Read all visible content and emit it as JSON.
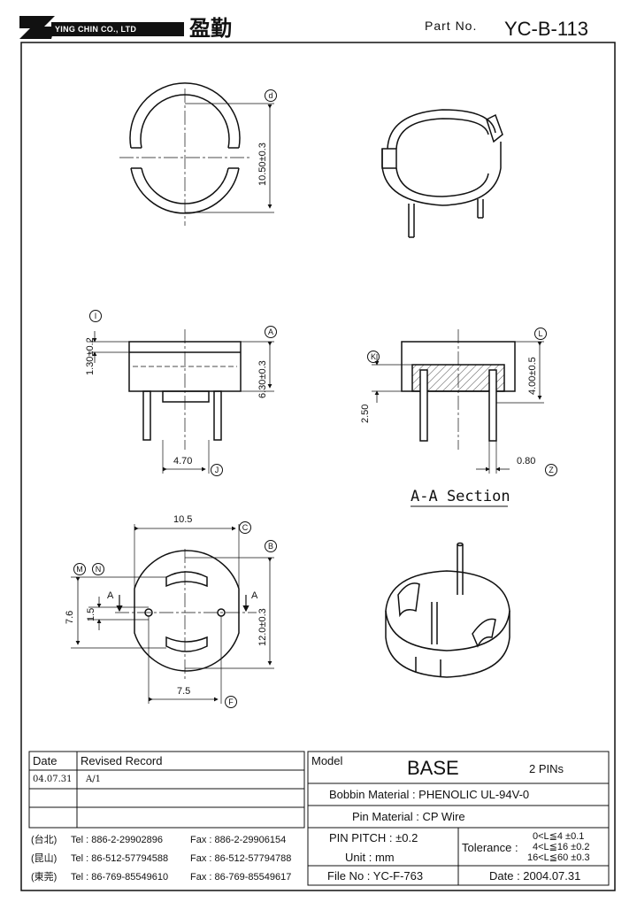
{
  "header": {
    "company": "YING CHIN CO., LTD",
    "company_cjk": "盈勤",
    "part_label": "Part No.",
    "part_number": "YC-B-113"
  },
  "dimensions": {
    "d_top": "10.50±0.3",
    "t1": "1.30±0.2",
    "t2": "6.30±0.3",
    "t3": "4.70",
    "k1": "2.50",
    "k2": "4.00±0.5",
    "k3": "0.80",
    "b1": "10.5",
    "b2": "7.6",
    "b3": "1.5",
    "b4": "12.0±0.3",
    "b5": "7.5",
    "section_marker": "A"
  },
  "callouts": {
    "d": "d",
    "I": "I",
    "A": "A",
    "J": "J",
    "K": "K",
    "L": "L",
    "Z": "Z",
    "C": "C",
    "B": "B",
    "M": "M",
    "N": "N",
    "F": "F"
  },
  "section_title": "A-A Section",
  "revision": {
    "date_header": "Date",
    "record_header": "Revised Record",
    "rows": [
      {
        "date": "04.07.31",
        "record": "A/1"
      },
      {
        "date": "",
        "record": ""
      },
      {
        "date": "",
        "record": ""
      }
    ]
  },
  "contacts": [
    {
      "city": "(台北)",
      "tel": "Tel : 886-2-29902896",
      "fax": "Fax : 886-2-29906154"
    },
    {
      "city": "(昆山)",
      "tel": "Tel : 86-512-57794588",
      "fax": "Fax : 86-512-57794788"
    },
    {
      "city": "(東莞)",
      "tel": "Tel : 86-769-85549610",
      "fax": "Fax : 86-769-85549617"
    }
  ],
  "spec": {
    "model_label": "Model",
    "model_name": "BASE",
    "pins": "2 PINs",
    "bobbin_material": "Bobbin Material : PHENOLIC UL-94V-0",
    "pin_material": "Pin Material : CP Wire",
    "pin_pitch": "PIN PITCH : ±0.2",
    "unit": "Unit : mm",
    "tolerance_label": "Tolerance :",
    "tol1": "0<L≦4  ±0.1",
    "tol2": "4<L≦16 ±0.2",
    "tol3": "16<L≦60 ±0.3",
    "file_no": "File No : YC-F-763",
    "date": "Date : 2004.07.31"
  }
}
